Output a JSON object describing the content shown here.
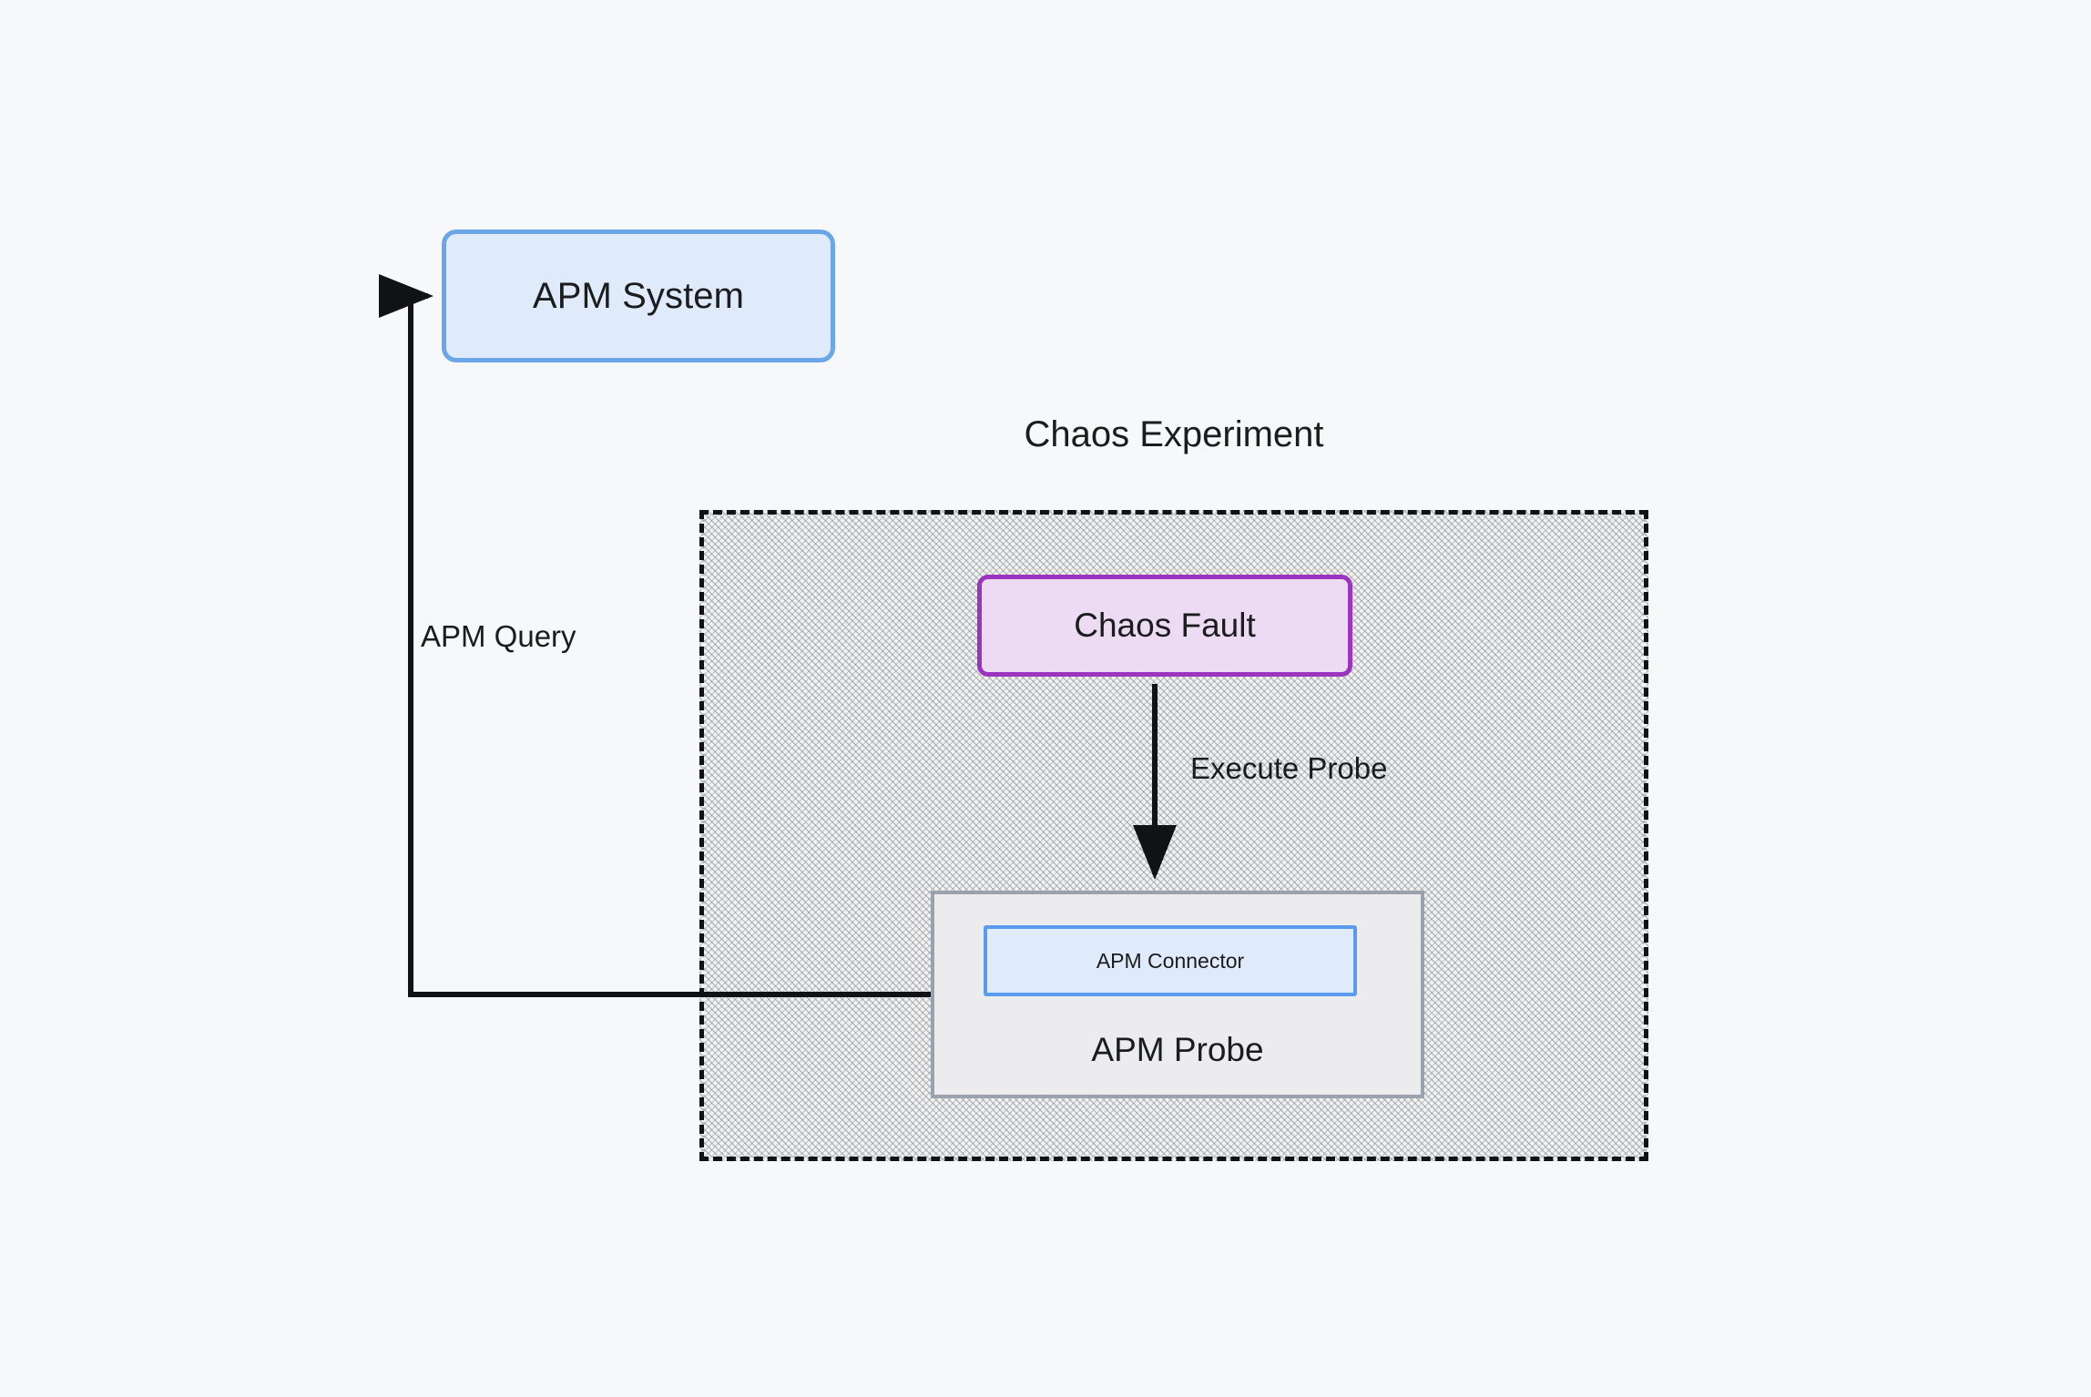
{
  "diagram": {
    "background_color": "#f7f8fa",
    "title": "Chaos Experiment",
    "nodes": {
      "apm_system": {
        "label": "APM System",
        "fill": "#dfeafb",
        "stroke": "#6aa6e8"
      },
      "chaos_fault": {
        "label": "Chaos Fault",
        "fill": "#ecdbf3",
        "stroke": "#9b35bf"
      },
      "apm_probe": {
        "label": "APM Probe",
        "fill": "#ececee",
        "stroke": "#9aa2ae"
      },
      "apm_connector": {
        "label": "APM Connector",
        "fill": "#dfeafb",
        "stroke": "#5b9bef"
      }
    },
    "containers": {
      "chaos_experiment": {
        "label": "Chaos Experiment",
        "stroke": "#111214",
        "style": "dashed-hatched"
      }
    },
    "edges": [
      {
        "id": "apm-query",
        "label": "APM Query",
        "from": "apm_probe",
        "to": "apm_system",
        "stroke": "#111214"
      },
      {
        "id": "execute-probe",
        "label": "Execute Probe",
        "from": "chaos_fault",
        "to": "apm_probe",
        "stroke": "#111214"
      }
    ]
  }
}
